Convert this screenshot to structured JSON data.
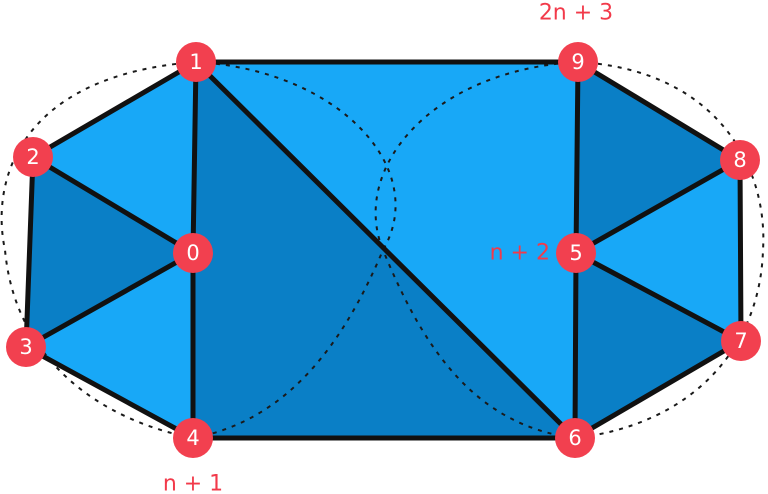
{
  "colors": {
    "light_fill": "#18a8f7",
    "dark_fill": "#0a7fc6",
    "edge": "#111111",
    "node": "#f2404f",
    "node_text": "#ffffff",
    "annotation": "#f23a4a"
  },
  "nodes": [
    {
      "id": "n0",
      "label": "0"
    },
    {
      "id": "n1",
      "label": "1"
    },
    {
      "id": "n2",
      "label": "2"
    },
    {
      "id": "n3",
      "label": "3"
    },
    {
      "id": "n4",
      "label": "4"
    },
    {
      "id": "n5",
      "label": "5"
    },
    {
      "id": "n6",
      "label": "6"
    },
    {
      "id": "n7",
      "label": "7"
    },
    {
      "id": "n8",
      "label": "8"
    },
    {
      "id": "n9",
      "label": "9"
    }
  ],
  "annotations": {
    "top_right": "2n + 3",
    "middle_right": "n + 2",
    "bottom_left": "n + 1"
  }
}
